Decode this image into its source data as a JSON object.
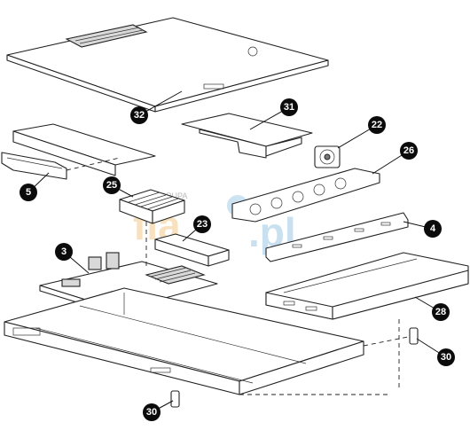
{
  "callouts": [
    {
      "id": "c32",
      "label": "32"
    },
    {
      "id": "c31",
      "label": "31"
    },
    {
      "id": "c22",
      "label": "22"
    },
    {
      "id": "c26",
      "label": "26"
    },
    {
      "id": "c5",
      "label": "5"
    },
    {
      "id": "c25",
      "label": "25"
    },
    {
      "id": "c23",
      "label": "23"
    },
    {
      "id": "c4",
      "label": "4"
    },
    {
      "id": "c3",
      "label": "3"
    },
    {
      "id": "c28",
      "label": "28"
    },
    {
      "id": "c30a",
      "label": "30"
    },
    {
      "id": "c30b",
      "label": "30"
    }
  ],
  "watermark": {
    "left": "fla",
    "right": ".pl",
    "small": "GRUPA"
  }
}
